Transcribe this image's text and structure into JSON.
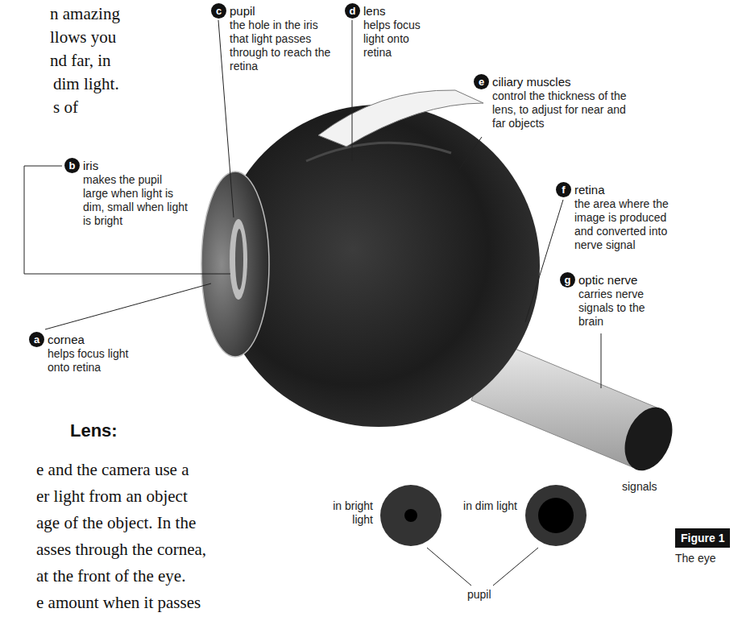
{
  "diagram": {
    "nodes": [
      {
        "text": [
          "c",
          "pupil",
          "the hole in the iris that light passes through to reach the retina"
        ]
      },
      {
        "text": [
          "d",
          "lens",
          "helps focus light onto retina"
        ]
      },
      {
        "text": [
          "e",
          "ciliary muscles",
          "control the thickness of the lens, to adjust for near and far objects"
        ]
      },
      {
        "text": [
          "b",
          "iris",
          "makes the pupil large when light is dim, small when light is bright"
        ]
      },
      {
        "text": [
          "f",
          "retina",
          "the area where the image is produced and converted into nerve signal"
        ]
      },
      {
        "text": [
          "g",
          "optic nerve",
          "carries nerve signals to the brain"
        ]
      },
      {
        "text": [
          "a",
          "cornea",
          "helps focus light onto retina"
        ]
      },
      {
        "text": [
          "Figure 1",
          "The eye"
        ]
      }
    ],
    "labels": [
      "n amazing",
      "llows you",
      "nd far, in",
      "dim light.",
      "s of",
      "Lens:",
      "e and the camera use a",
      "er light from an object",
      "age of the object. In the",
      "asses through the cornea,",
      "at the front of the eye.",
      "e amount when it passes",
      "signals",
      "in bright light",
      "in dim light",
      "pupil"
    ]
  }
}
